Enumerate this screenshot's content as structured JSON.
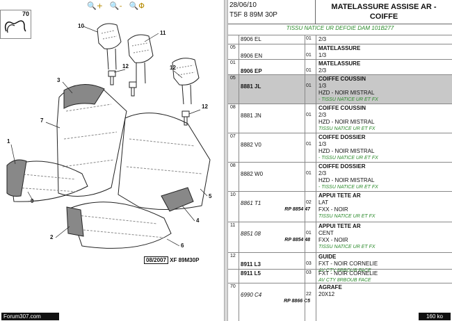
{
  "toolbar": {
    "zoom_in": "🔍+",
    "zoom_out": "🔍-",
    "zoom_fit": "🔍Φ"
  },
  "thumbnail": {
    "number": "70"
  },
  "callouts": [
    "10",
    "11",
    "12",
    "12",
    "3",
    "7",
    "12",
    "1",
    "9",
    "5",
    "2",
    "4",
    "6"
  ],
  "caption": {
    "date": "08/2007",
    "code": "XF 89M30P"
  },
  "header": {
    "date": "28/06/10",
    "code": "T5F 8 89M 30P",
    "title_line1": "MATELASSURE ASSISE AR -",
    "title_line2": "COIFFE"
  },
  "note": "TISSU NATICE UR DEFOIE DAM 101B277",
  "rows": [
    {
      "idx": "",
      "ref": "8906 EL",
      "alt": "",
      "qty": "01",
      "desc": [
        "2/3"
      ],
      "green": []
    },
    {
      "idx": "05",
      "ref": "8906 EN",
      "alt": "",
      "qty": "01",
      "desc": [
        "MATELASSURE",
        "1/3"
      ],
      "green": []
    },
    {
      "idx": "01",
      "ref": "8906 EP",
      "alt": "",
      "qty": "01",
      "desc": [
        "MATELASSURE",
        "2/3"
      ],
      "green": []
    },
    {
      "idx": "05",
      "ref": "8881 JL",
      "alt": "",
      "qty": "01",
      "desc": [
        "COIFFE COUSSIN",
        "1/3",
        "HZD - NOIR MISTRAL"
      ],
      "green": [
        "- TISSU NATICE UR ET FX"
      ]
    },
    {
      "idx": "08",
      "ref": "8881 JN",
      "alt": "",
      "qty": "01",
      "desc": [
        "COIFFE COUSSIN",
        "2/3",
        "HZD - NOIR MISTRAL"
      ],
      "green": [
        "TISSU NATICE UR ET FX"
      ]
    },
    {
      "idx": "07",
      "ref": "8882 V0",
      "alt": "",
      "qty": "01",
      "desc": [
        "COIFFE DOSSIER",
        "1/3",
        "HZD - NOIR MISTRAL"
      ],
      "green": [
        "- TISSU NATICE UR ET FX"
      ]
    },
    {
      "idx": "08",
      "ref": "8882 W0",
      "alt": "",
      "qty": "01",
      "desc": [
        "COIFFE DOSSIER",
        "2/3",
        "HZD - NOIR MISTRAL"
      ],
      "green": [
        "- TISSU NATICE UR ET FX"
      ]
    },
    {
      "idx": "10",
      "ref": "8861 T1",
      "alt": "RP 8854 47",
      "qty": "02",
      "desc": [
        "APPUI TETE AR",
        "LAT",
        "FXX - NOIR"
      ],
      "green": [
        "TISSU NATICE UR ET FX"
      ]
    },
    {
      "idx": "11",
      "ref": "8851 08",
      "alt": "RP 8854 48",
      "qty": "01",
      "desc": [
        "APPUI TETE AR",
        "CENT",
        "FXX - NOIR"
      ],
      "green": [
        "TISSU NATICE UR ET FX"
      ]
    },
    {
      "idx": "12",
      "ref": "8911 L3",
      "alt": "",
      "qty": "03",
      "desc": [
        "GUIDE",
        "FXT - NOIR CORNELIE"
      ],
      "green": [
        "AV CTY 8RBOUB FACE"
      ]
    },
    {
      "idx": "",
      "ref": "8911 L5",
      "alt": "",
      "qty": "03",
      "desc": [
        "FXT - NOIR CORNELIE"
      ],
      "green": [
        "AV CTY 8RBOUB FACE"
      ]
    },
    {
      "idx": "70",
      "ref": "6990 C4",
      "alt": "RP 8866 C5",
      "qty": "22",
      "desc": [
        "AGRAFE",
        "20X12"
      ],
      "green": []
    }
  ],
  "footer": {
    "site": "Forum307.com",
    "size": "160 ko"
  }
}
